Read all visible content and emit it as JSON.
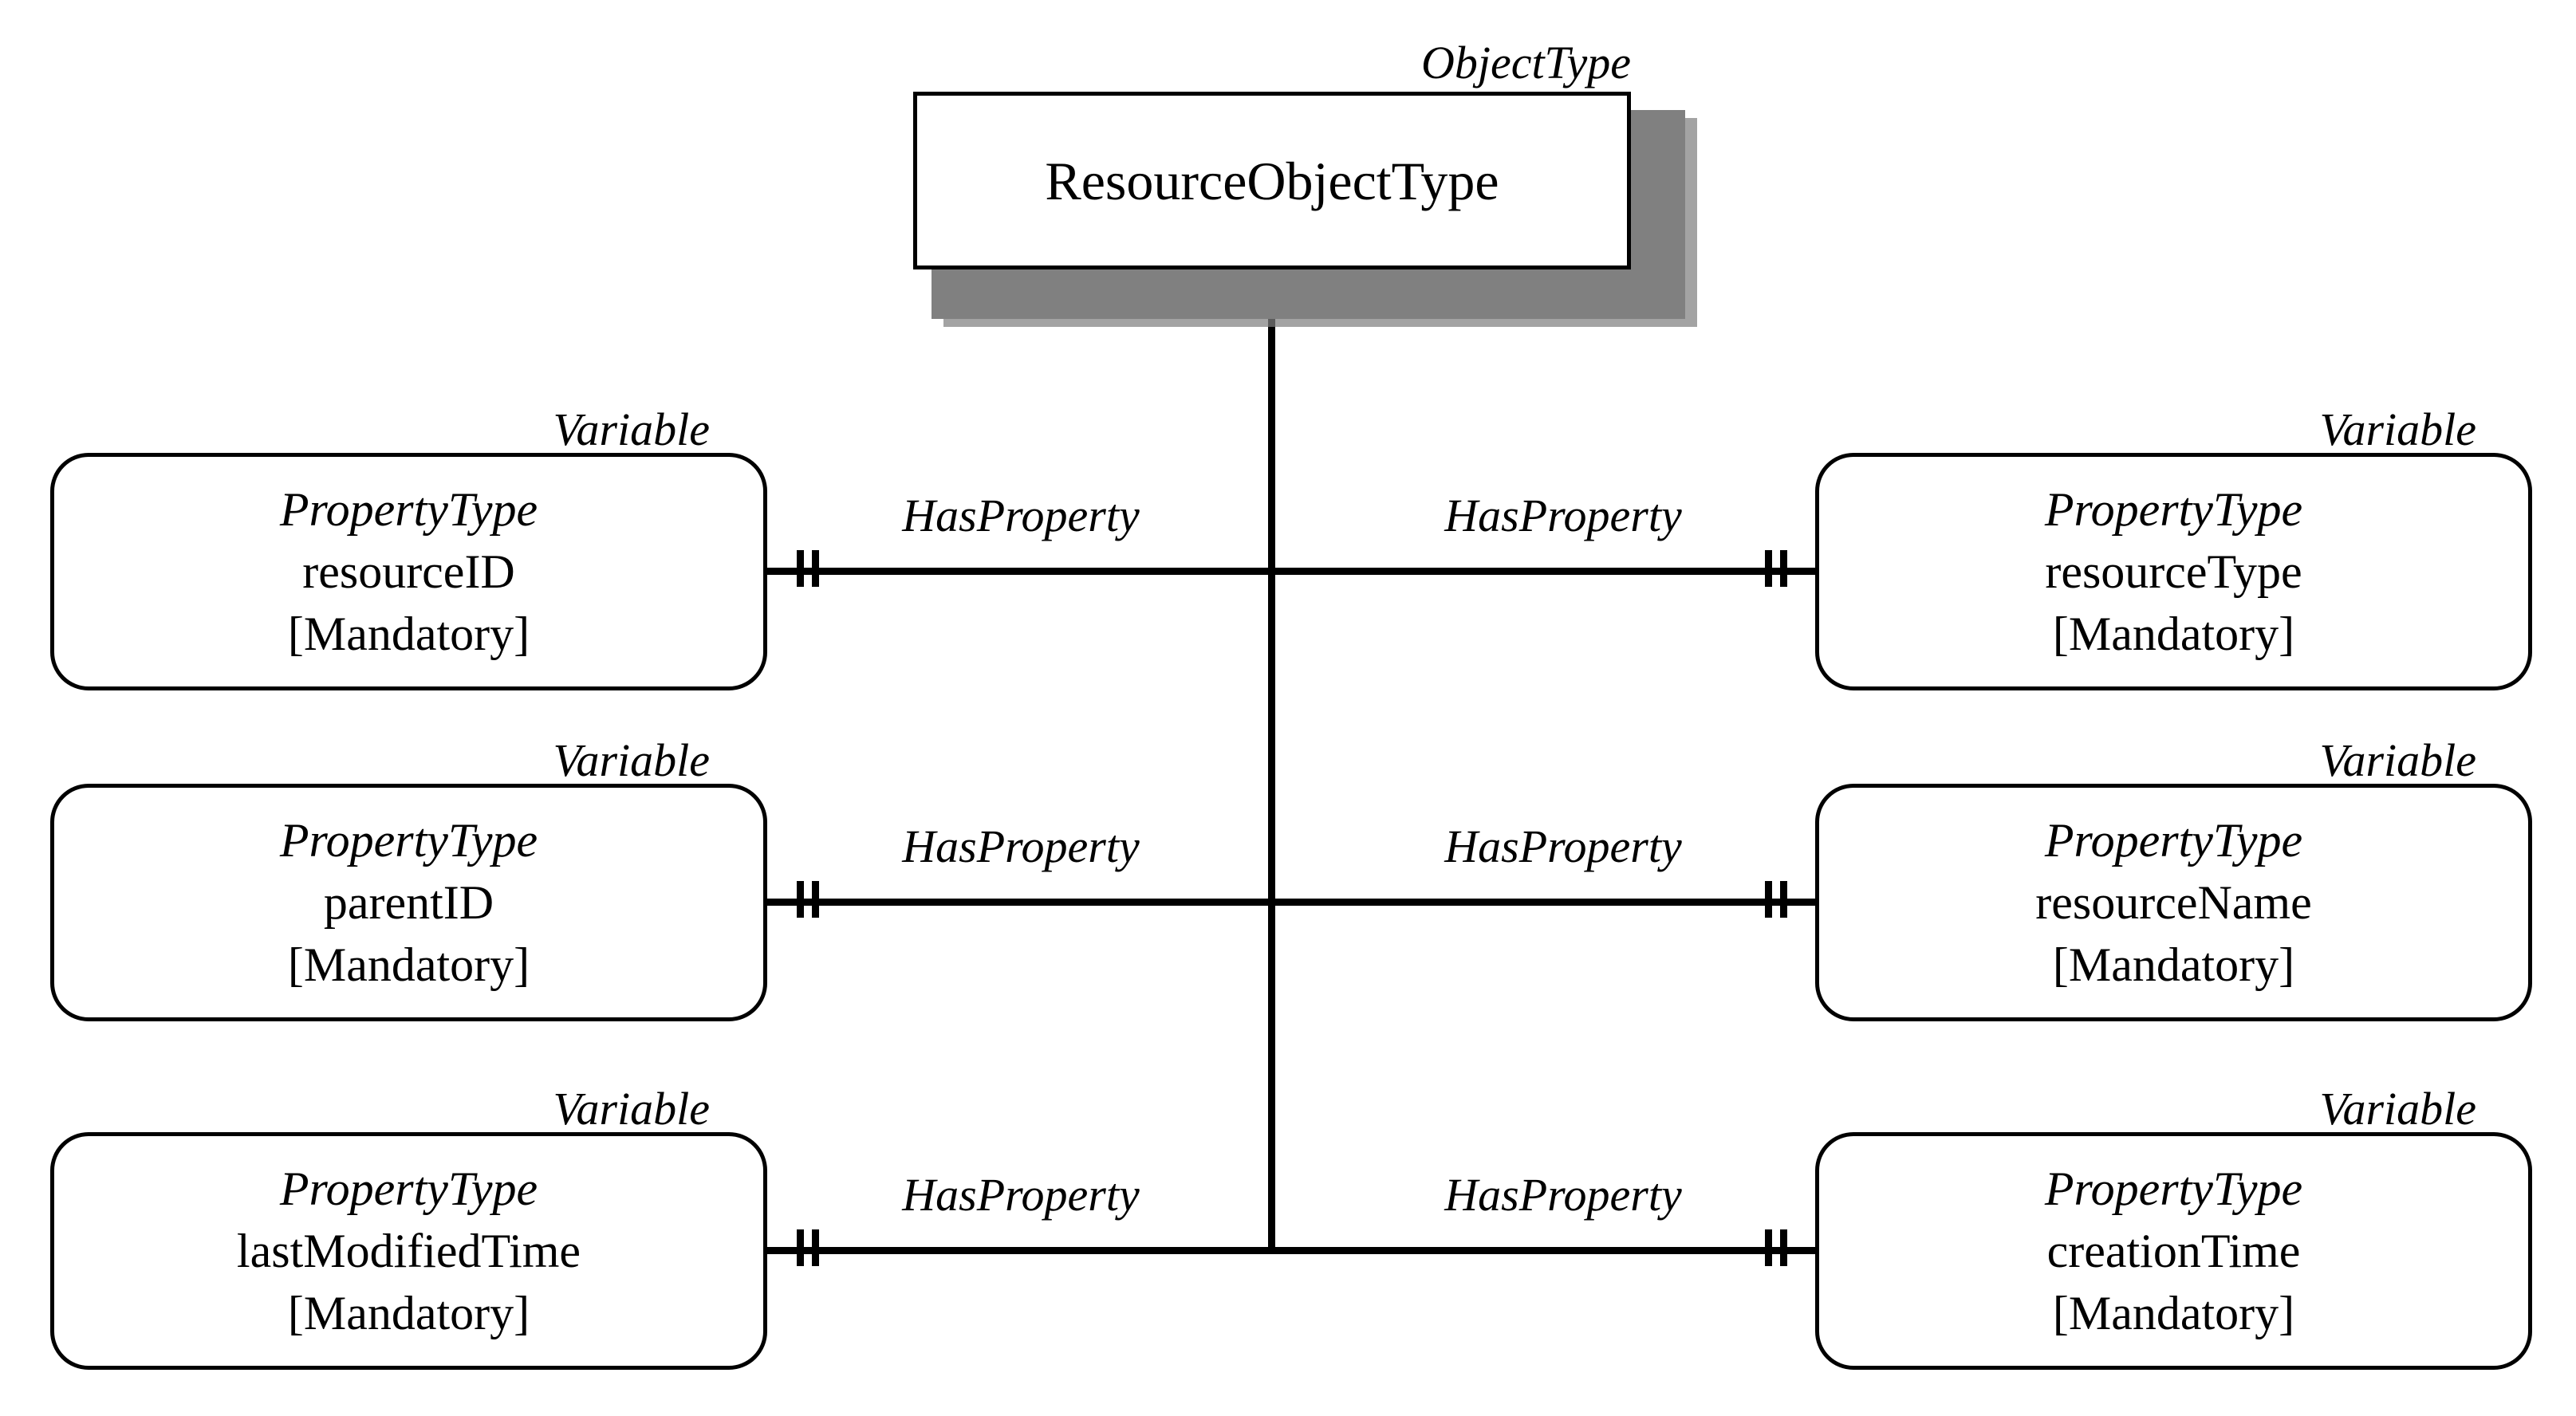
{
  "diagram": {
    "type": "opc-ua-information-model",
    "background_color": "#ffffff",
    "line_color": "#000000",
    "shadow_color": "#808080"
  },
  "object_type_node": {
    "stereotype": "ObjectType",
    "title": "ResourceObjectType"
  },
  "reference_label": "HasProperty",
  "property_nodes": [
    {
      "id": "resourceID",
      "stereotype": "Variable",
      "type_definition": "PropertyType",
      "browse_name": "resourceID",
      "modelling_rule": "[Mandatory]",
      "side": "left",
      "row": 1
    },
    {
      "id": "resourceType",
      "stereotype": "Variable",
      "type_definition": "PropertyType",
      "browse_name": "resourceType",
      "modelling_rule": "[Mandatory]",
      "side": "right",
      "row": 1
    },
    {
      "id": "parentID",
      "stereotype": "Variable",
      "type_definition": "PropertyType",
      "browse_name": "parentID",
      "modelling_rule": "[Mandatory]",
      "side": "left",
      "row": 2
    },
    {
      "id": "resourceName",
      "stereotype": "Variable",
      "type_definition": "PropertyType",
      "browse_name": "resourceName",
      "modelling_rule": "[Mandatory]",
      "side": "right",
      "row": 2
    },
    {
      "id": "lastModifiedTime",
      "stereotype": "Variable",
      "type_definition": "PropertyType",
      "browse_name": "lastModifiedTime",
      "modelling_rule": "[Mandatory]",
      "side": "left",
      "row": 3
    },
    {
      "id": "creationTime",
      "stereotype": "Variable",
      "type_definition": "PropertyType",
      "browse_name": "creationTime",
      "modelling_rule": "[Mandatory]",
      "side": "right",
      "row": 3
    }
  ],
  "references": [
    {
      "from": "ResourceObjectType",
      "to": "resourceID",
      "reference_type": "HasProperty"
    },
    {
      "from": "ResourceObjectType",
      "to": "resourceType",
      "reference_type": "HasProperty"
    },
    {
      "from": "ResourceObjectType",
      "to": "parentID",
      "reference_type": "HasProperty"
    },
    {
      "from": "ResourceObjectType",
      "to": "resourceName",
      "reference_type": "HasProperty"
    },
    {
      "from": "ResourceObjectType",
      "to": "lastModifiedTime",
      "reference_type": "HasProperty"
    },
    {
      "from": "ResourceObjectType",
      "to": "creationTime",
      "reference_type": "HasProperty"
    }
  ]
}
